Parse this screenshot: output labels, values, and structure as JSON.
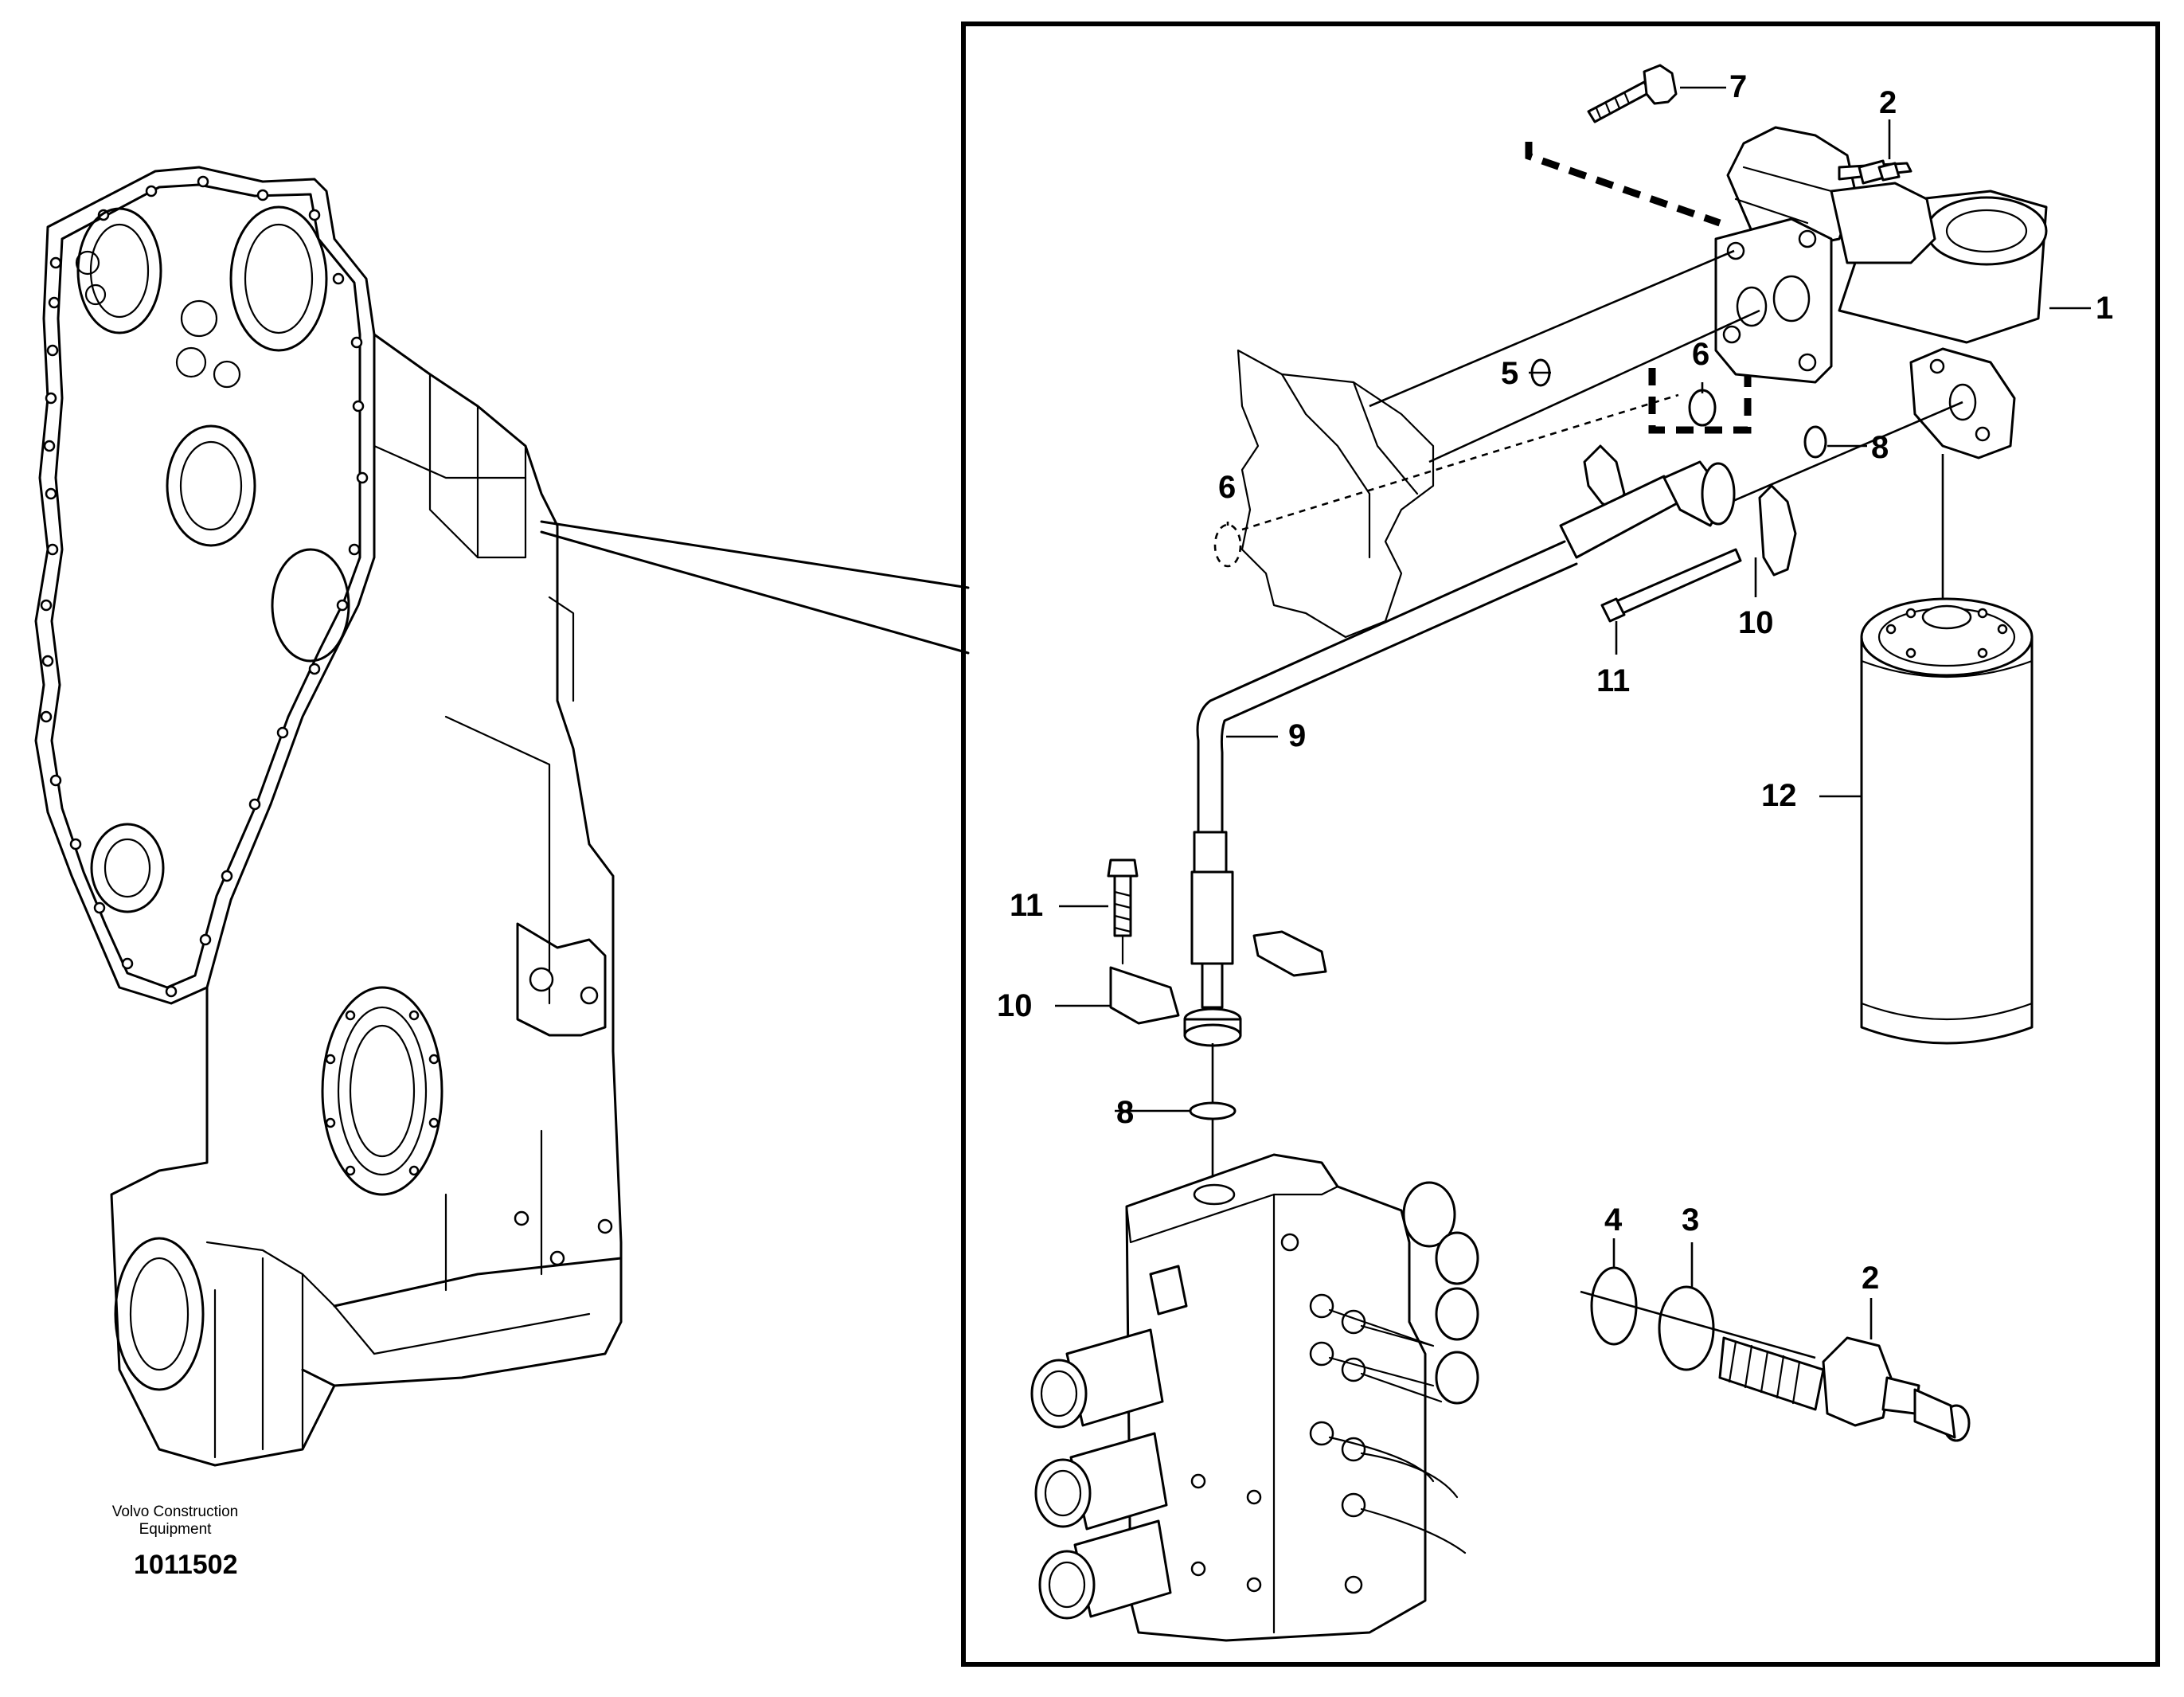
{
  "brand": {
    "line1": "Volvo Construction",
    "line2": "Equipment"
  },
  "document_number": "1011502",
  "callouts": [
    {
      "label": "7"
    },
    {
      "label": "2"
    },
    {
      "label": "1"
    },
    {
      "label": "5"
    },
    {
      "label": "6"
    },
    {
      "label": "8"
    },
    {
      "label": "6"
    },
    {
      "label": "10"
    },
    {
      "label": "11"
    },
    {
      "label": "9"
    },
    {
      "label": "12"
    },
    {
      "label": "11"
    },
    {
      "label": "10"
    },
    {
      "label": "8"
    },
    {
      "label": "4"
    },
    {
      "label": "3"
    },
    {
      "label": "2"
    }
  ]
}
